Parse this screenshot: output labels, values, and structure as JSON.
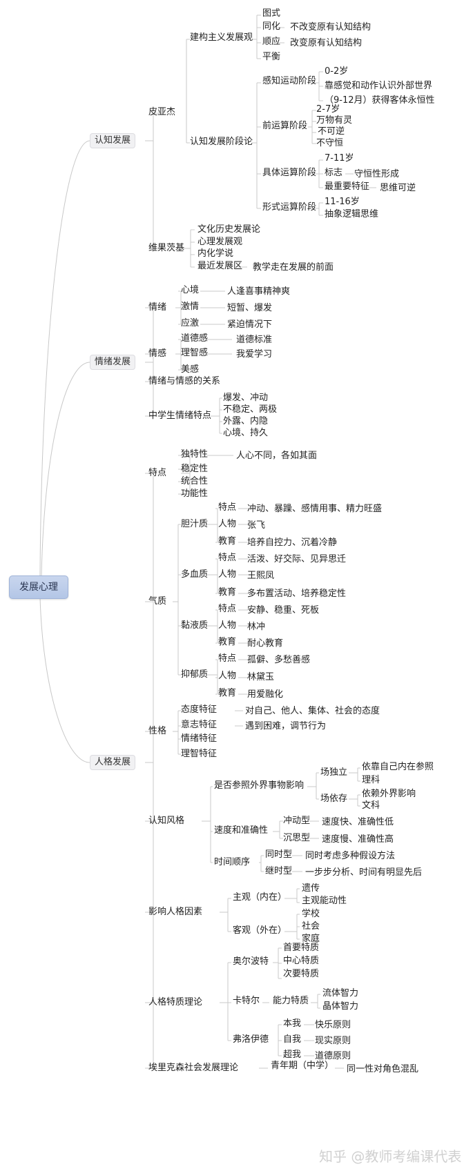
{
  "root": {
    "label": "发展心理"
  },
  "watermark": "知乎 @教师考编课代表",
  "colors": {
    "root_fill": "#bfcfeb",
    "branch_fill": "#f1f1f3",
    "line": "#c8c8c8"
  },
  "cognitive": {
    "label": "认知发展",
    "piaget": {
      "label": "皮亚杰",
      "constructivism": {
        "label": "建构主义发展观",
        "items": [
          "图式",
          "同化",
          "顺应",
          "平衡"
        ],
        "assimilation_note": "不改变原有认知结构",
        "accommodation_note": "改变原有认知结构"
      },
      "stages": {
        "label": "认知发展阶段论",
        "sensorimotor": {
          "label": "感知运动阶段",
          "items": [
            "0-2岁",
            "靠感觉和动作认识外部世界",
            "（9-12月）获得客体永恒性"
          ]
        },
        "preoperational": {
          "label": "前运算阶段",
          "items": [
            "2-7岁",
            "万物有灵",
            "不可逆",
            "不守恒"
          ]
        },
        "concrete": {
          "label": "具体运算阶段",
          "age": "7-11岁",
          "sign_label": "标志",
          "sign_value": "守恒性形成",
          "key_label": "最重要特征",
          "key_value": "思维可逆"
        },
        "formal": {
          "label": "形式运算阶段",
          "items": [
            "11-16岁",
            "抽象逻辑思维"
          ]
        }
      }
    },
    "vygotsky": {
      "label": "维果茨基",
      "items": [
        "文化历史发展论",
        "心理发展观",
        "内化学说",
        "最近发展区"
      ],
      "zpd_note": "教学走在发展的前面"
    }
  },
  "emotional": {
    "label": "情绪发展",
    "emotion": {
      "label": "情绪",
      "rows": [
        {
          "k": "心境",
          "v": "人逢喜事精神爽"
        },
        {
          "k": "激情",
          "v": "短暂、爆发"
        },
        {
          "k": "应激",
          "v": "紧迫情况下"
        }
      ]
    },
    "feeling": {
      "label": "情感",
      "rows": [
        {
          "k": "道德感",
          "v": "道德标准"
        },
        {
          "k": "理智感",
          "v": "我爱学习"
        },
        {
          "k": "美感",
          "v": ""
        }
      ]
    },
    "relation": "情绪与情感的关系",
    "middle_school": {
      "label": "中学生情绪特点",
      "items": [
        "爆发、冲动",
        "不稳定、两极",
        "外露、内隐",
        "心境、持久"
      ]
    }
  },
  "personality": {
    "label": "人格发展",
    "traits": {
      "label": "特点",
      "items": [
        "独特性",
        "稳定性",
        "统合性",
        "功能性"
      ],
      "uniqueness_note": "人心不同，各如其面"
    },
    "temperament": {
      "label": "气质",
      "types": [
        {
          "label": "胆汁质",
          "rows": [
            {
              "k": "特点",
              "v": "冲动、暴躁、感情用事、精力旺盛"
            },
            {
              "k": "人物",
              "v": "张飞"
            },
            {
              "k": "教育",
              "v": "培养自控力、沉着冷静"
            }
          ]
        },
        {
          "label": "多血质",
          "rows": [
            {
              "k": "特点",
              "v": "活泼、好交际、见异思迁"
            },
            {
              "k": "人物",
              "v": "王熙凤"
            },
            {
              "k": "教育",
              "v": "多布置活动、培养稳定性"
            }
          ]
        },
        {
          "label": "黏液质",
          "rows": [
            {
              "k": "特点",
              "v": "安静、稳重、死板"
            },
            {
              "k": "人物",
              "v": "林冲"
            },
            {
              "k": "教育",
              "v": "耐心教育"
            }
          ]
        },
        {
          "label": "抑郁质",
          "rows": [
            {
              "k": "特点",
              "v": "孤僻、多愁善感"
            },
            {
              "k": "人物",
              "v": "林黛玉"
            },
            {
              "k": "教育",
              "v": "用爱融化"
            }
          ]
        }
      ]
    },
    "character": {
      "label": "性格",
      "rows": [
        {
          "k": "态度特征",
          "v": "对自己、他人、集体、社会的态度"
        },
        {
          "k": "意志特征",
          "v": "遇到困难，调节行为"
        },
        {
          "k": "情绪特征",
          "v": ""
        },
        {
          "k": "理智特征",
          "v": ""
        }
      ]
    },
    "cognitive_style": {
      "label": "认知风格",
      "field": {
        "label": "是否参照外界事物影响",
        "independent": {
          "label": "场独立",
          "items": [
            "依靠自己内在参照",
            "理科"
          ]
        },
        "dependent": {
          "label": "场依存",
          "items": [
            "依赖外界影响",
            "文科"
          ]
        }
      },
      "speed": {
        "label": "速度和准确性",
        "rows": [
          {
            "k": "冲动型",
            "v": "速度快、准确性低"
          },
          {
            "k": "沉思型",
            "v": "速度慢、准确性高"
          }
        ]
      },
      "sequence": {
        "label": "时间顺序",
        "rows": [
          {
            "k": "同时型",
            "v": "同时考虑多种假设方法"
          },
          {
            "k": "继时型",
            "v": "一步步分析、时间有明显先后"
          }
        ]
      }
    },
    "factors": {
      "label": "影响人格因素",
      "subjective": {
        "label": "主观（内在）",
        "items": [
          "遗传",
          "主观能动性"
        ]
      },
      "objective": {
        "label": "客观（外在）",
        "items": [
          "学校",
          "社会",
          "家庭"
        ]
      }
    },
    "trait_theory": {
      "label": "人格特质理论",
      "allport": {
        "label": "奥尔波特",
        "items": [
          "首要特质",
          "中心特质",
          "次要特质"
        ]
      },
      "cattell": {
        "label": "卡特尔",
        "ability": "能力特质",
        "items": [
          "流体智力",
          "晶体智力"
        ]
      },
      "freud": {
        "label": "弗洛伊德",
        "rows": [
          {
            "k": "本我",
            "v": "快乐原则"
          },
          {
            "k": "自我",
            "v": "现实原则"
          },
          {
            "k": "超我",
            "v": "道德原则"
          }
        ]
      }
    },
    "erikson": {
      "label": "埃里克森社会发展理论",
      "stage": "青年期（中学）",
      "crisis": "同一性对角色混乱"
    }
  }
}
